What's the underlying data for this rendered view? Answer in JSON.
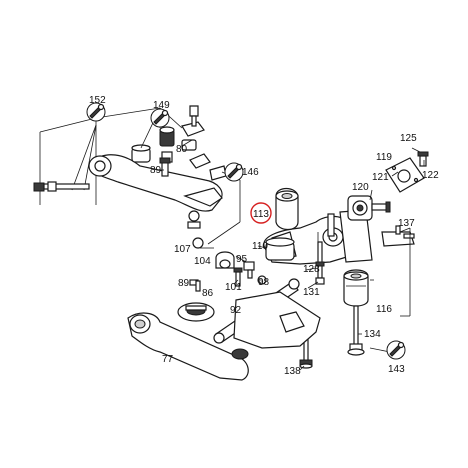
{
  "labels": {
    "l152": "152",
    "l149": "149",
    "l80": "80",
    "l89a": "89",
    "l146": "146",
    "l113": "113",
    "l107": "107",
    "l104": "104",
    "l95": "95",
    "l110": "110",
    "l101": "101",
    "l98": "98",
    "l89b": "89",
    "l86": "86",
    "l92": "92",
    "l77": "77",
    "l128": "128",
    "l131": "131",
    "l125": "125",
    "l119": "119",
    "l122": "122",
    "l120": "120",
    "l121": "121",
    "l137": "137",
    "l116": "116",
    "l134": "134",
    "l138": "138",
    "l143": "143"
  },
  "highlighted_part": "113",
  "colors": {
    "line": "#1a1a1a",
    "highlight": "#d62020"
  },
  "icons": {
    "torque": "wrench-icon"
  }
}
